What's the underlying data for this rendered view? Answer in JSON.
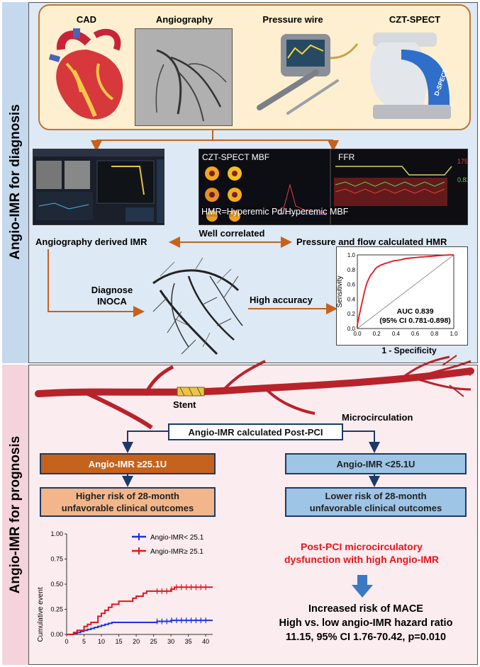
{
  "side_labels": {
    "diagnosis": "Angio-IMR for diagnosis",
    "prognosis": "Angio-IMR for prognosis"
  },
  "modalities": {
    "cad": "CAD",
    "angiography": "Angiography",
    "pressure_wire": "Pressure wire",
    "czt_spect": "CZT-SPECT",
    "device_brand": "D-SPECT"
  },
  "screens": {
    "mbf_title": "CZT-SPECT  MBF",
    "ffr_title": "FFR",
    "hmr_formula": "HMR=Hyperemic Pd/Hyperemic MBF"
  },
  "flow": {
    "well_correlated": "Well correlated",
    "angio_derived_imr": "Angiography derived IMR",
    "pressure_flow_hmr": "Pressure and flow calculated HMR",
    "diagnose_line1": "Diagnose",
    "diagnose_line2": "INOCA",
    "high_accuracy": "High accuracy"
  },
  "prognosis": {
    "stent": "Stent",
    "microcirculation": "Microcirculation",
    "calculated_post_pci": "Angio-IMR calculated Post-PCI",
    "high_box": "Angio-IMR ≥25.1U",
    "low_box": "Angio-IMR <25.1U",
    "high_risk_line1": "Higher risk of 28-month",
    "high_risk_line2": "unfavorable clinical outcomes",
    "low_risk_line1": "Lower risk of 28-month",
    "low_risk_line2": "unfavorable clinical outcomes",
    "red_line1": "Post-PCI microcirculatory",
    "red_line2": "dysfunction with high Angio-IMR",
    "mace_line1": "Increased risk of MACE",
    "mace_line2": "High vs. low angio-IMR hazard ratio",
    "mace_line3": "11.15, 95% CI 1.76-70.42, p=0.010"
  },
  "colors": {
    "orange": "#c5621c",
    "blue_box": "#9ec4e6",
    "red_text": "#e8141b",
    "navy": "#1d3a66",
    "km_blue": "#1a33e6",
    "km_red": "#e8141b"
  },
  "chart_data": [
    {
      "type": "line",
      "title": "",
      "xlabel": "1 - Specificity",
      "ylabel": "Sensitivity",
      "xlim": [
        0,
        1
      ],
      "ylim": [
        0,
        1
      ],
      "xticks": [
        "0.0",
        "0.2",
        "0.4",
        "0.6",
        "0.8",
        "1.0"
      ],
      "yticks": [
        "0.0",
        "0.2",
        "0.4",
        "0.6",
        "0.8",
        "1.0"
      ],
      "annotation_line1": "AUC 0.839",
      "annotation_line2": "(95% CI 0.781-0.898)",
      "series": [
        {
          "x": [
            0,
            0.0,
            0.01,
            0.02,
            0.03,
            0.04,
            0.05,
            0.06,
            0.07,
            0.08,
            0.09,
            0.1,
            0.12,
            0.14,
            0.16,
            0.18,
            0.2,
            0.24,
            0.28,
            0.33,
            0.38,
            0.44,
            0.5,
            0.57,
            0.65,
            0.75,
            0.85,
            0.95,
            1.0
          ],
          "y": [
            0,
            0.05,
            0.12,
            0.18,
            0.24,
            0.3,
            0.36,
            0.42,
            0.48,
            0.53,
            0.58,
            0.62,
            0.68,
            0.73,
            0.76,
            0.8,
            0.83,
            0.86,
            0.88,
            0.9,
            0.92,
            0.93,
            0.95,
            0.96,
            0.97,
            0.98,
            0.99,
            1.0,
            1.0
          ]
        }
      ]
    },
    {
      "type": "line",
      "title": "",
      "xlabel": "",
      "ylabel": "Cumulative event",
      "xlim": [
        0,
        42
      ],
      "ylim": [
        0,
        1
      ],
      "xticks": [
        "0",
        "5",
        "10",
        "15",
        "20",
        "25",
        "30",
        "35",
        "40"
      ],
      "yticks": [
        "0.00",
        "0.25",
        "0.50",
        "0.75",
        "1.00"
      ],
      "series": [
        {
          "name": "Angio-IMR< 25.1",
          "color": "#1a33e6",
          "x": [
            0,
            2,
            3,
            4,
            5,
            6,
            7,
            8,
            9,
            10,
            11,
            12,
            13,
            14,
            18,
            22,
            26,
            30,
            42
          ],
          "y": [
            0,
            0.01,
            0.02,
            0.03,
            0.04,
            0.05,
            0.06,
            0.07,
            0.08,
            0.09,
            0.1,
            0.11,
            0.12,
            0.12,
            0.12,
            0.12,
            0.13,
            0.14,
            0.14
          ]
        },
        {
          "name": "Angio-IMR≥ 25.1",
          "color": "#e8141b",
          "x": [
            0,
            2,
            3,
            5,
            6,
            7,
            9,
            10,
            11,
            12,
            13,
            15,
            19,
            20,
            22,
            23,
            24,
            26,
            30,
            31,
            42
          ],
          "y": [
            0,
            0.02,
            0.04,
            0.08,
            0.1,
            0.12,
            0.18,
            0.21,
            0.24,
            0.27,
            0.3,
            0.33,
            0.36,
            0.38,
            0.41,
            0.43,
            0.43,
            0.43,
            0.45,
            0.47,
            0.47
          ]
        }
      ]
    }
  ]
}
